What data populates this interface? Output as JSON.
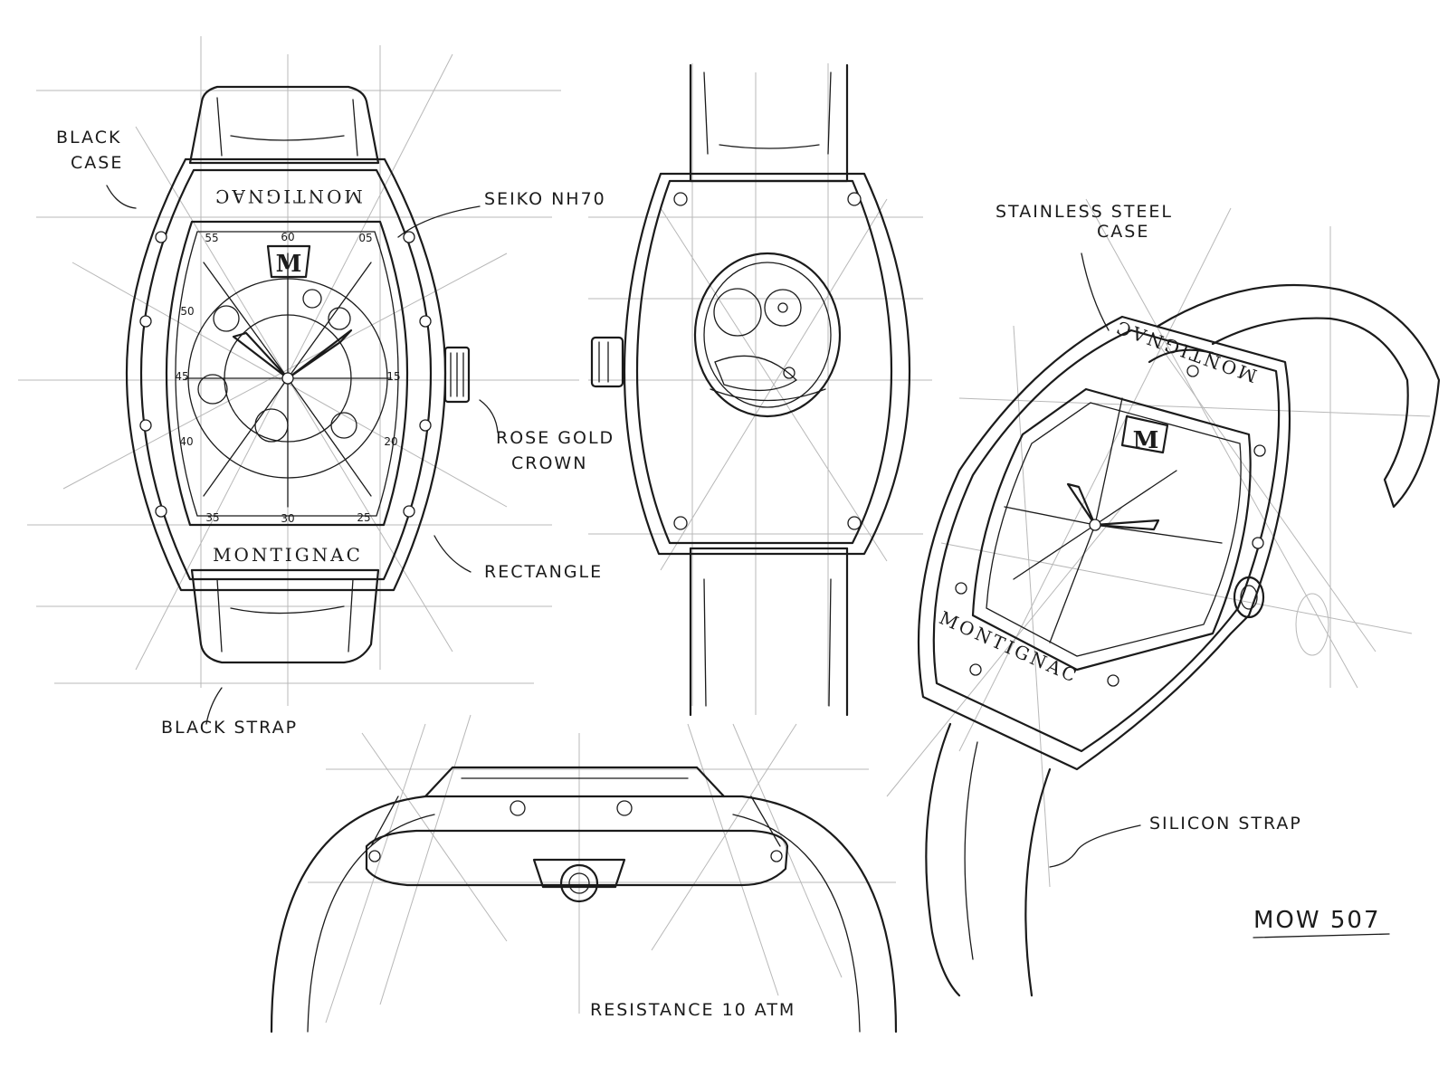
{
  "annotations": {
    "black_case": [
      "BLACK",
      "CASE"
    ],
    "seiko": "SEIKO NH70",
    "crown": [
      "ROSE GOLD",
      "CROWN"
    ],
    "rectangle": "RECTANGLE",
    "black_strap": "BLACK STRAP",
    "steel_case": [
      "STAINLESS STEEL",
      "CASE"
    ],
    "silicon_strap": "SILICON STRAP",
    "resistance": "RESISTANCE 10 ATM",
    "model": "MOW 507"
  },
  "brand": {
    "name": "MONTIGNAC",
    "monogram": "M"
  },
  "dial_numerals": [
    "60",
    "05",
    "55",
    "50",
    "45",
    "40",
    "35",
    "30",
    "25",
    "20",
    "15"
  ]
}
